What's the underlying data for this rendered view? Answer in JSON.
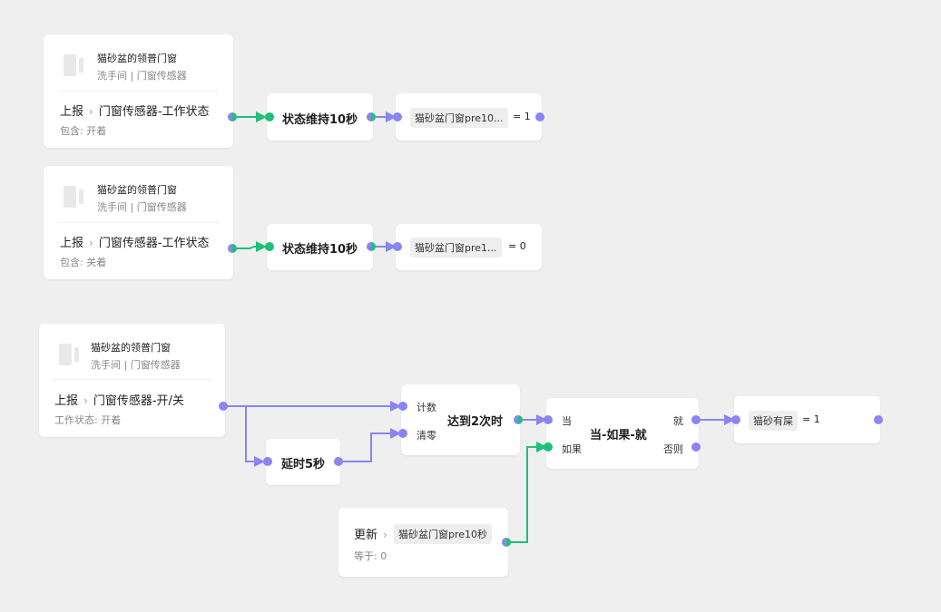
{
  "colors": {
    "flow": "#8a85f2",
    "condition": "#1ec07a",
    "canvas": "#efefef"
  },
  "nodes": {
    "trigger1": {
      "device_name": "猫砂盆的领普门窗",
      "room": "洗手间 | 门窗传感器",
      "event_type": "上报",
      "event_name": "门窗传感器-工作状态",
      "condition": "包含: 开着"
    },
    "hold1": {
      "label": "状态维持10秒"
    },
    "set1": {
      "variable": "猫砂盆门窗pre10...",
      "value": "= 1"
    },
    "trigger2": {
      "device_name": "猫砂盆的领普门窗",
      "room": "洗手间 | 门窗传感器",
      "event_type": "上报",
      "event_name": "门窗传感器-工作状态",
      "condition": "包含: 关着"
    },
    "hold2": {
      "label": "状态维持10秒"
    },
    "set2": {
      "variable": "猫砂盆门窗pre1...",
      "value": "= 0"
    },
    "trigger3": {
      "device_name": "猫砂盆的领普门窗",
      "room": "洗手间 | 门窗传感器",
      "event_type": "上报",
      "event_name": "门窗传感器-开/关",
      "condition": "工作状态: 开着"
    },
    "delay": {
      "label": "延时5秒"
    },
    "counter": {
      "label": "达到2次时",
      "input_count": "计数",
      "input_reset": "清零"
    },
    "when_if": {
      "label": "当-如果-就",
      "input_when": "当",
      "input_if": "如果",
      "output_then": "就",
      "output_else": "否则"
    },
    "set3": {
      "variable": "猫砂有屎",
      "value": "= 1"
    },
    "var_update": {
      "event_type": "更新",
      "variable": "猫砂盆门窗pre10秒",
      "condition": "等于: 0"
    }
  }
}
